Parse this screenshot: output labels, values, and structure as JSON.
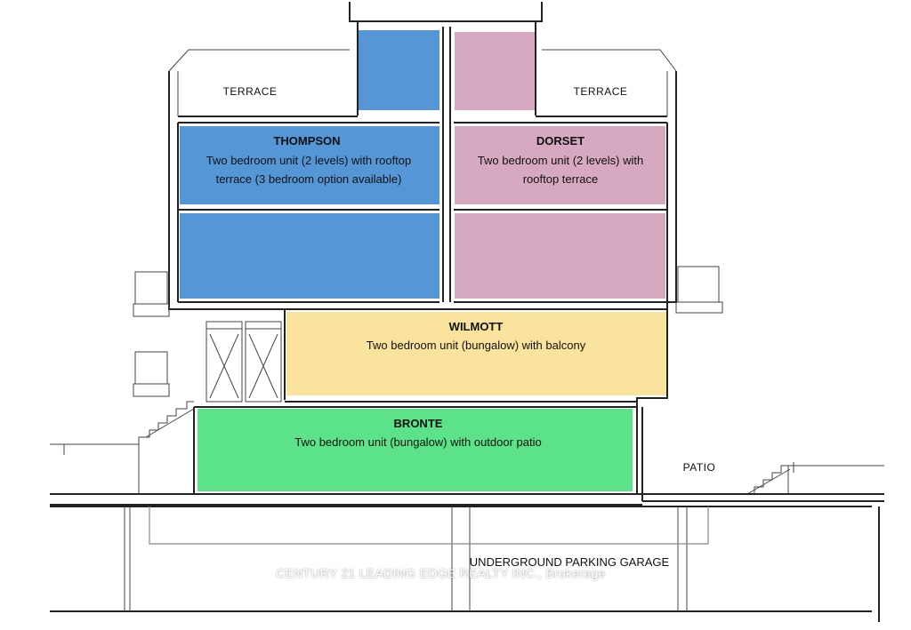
{
  "units": {
    "thompson": {
      "name": "THOMPSON",
      "description": "Two bedroom unit (2 levels) with rooftop terrace (3 bedroom option available)",
      "color": "#5597d6"
    },
    "dorset": {
      "name": "DORSET",
      "description": "Two bedroom unit (2 levels) with rooftop terrace",
      "color": "#d6a9c1"
    },
    "wilmott": {
      "name": "WILMOTT",
      "description": "Two bedroom unit (bungalow) with balcony",
      "color": "#fae39c"
    },
    "bronte": {
      "name": "BRONTE",
      "description": "Two bedroom unit (bungalow) with outdoor patio",
      "color": "#5ce288"
    }
  },
  "labels": {
    "terrace_left": "TERRACE",
    "terrace_right": "TERRACE",
    "patio": "PATIO",
    "garage": "UNDERGROUND PARKING GARAGE"
  },
  "watermark": "CENTURY 21 LEADING EDGE REALTY INC., Brokerage"
}
